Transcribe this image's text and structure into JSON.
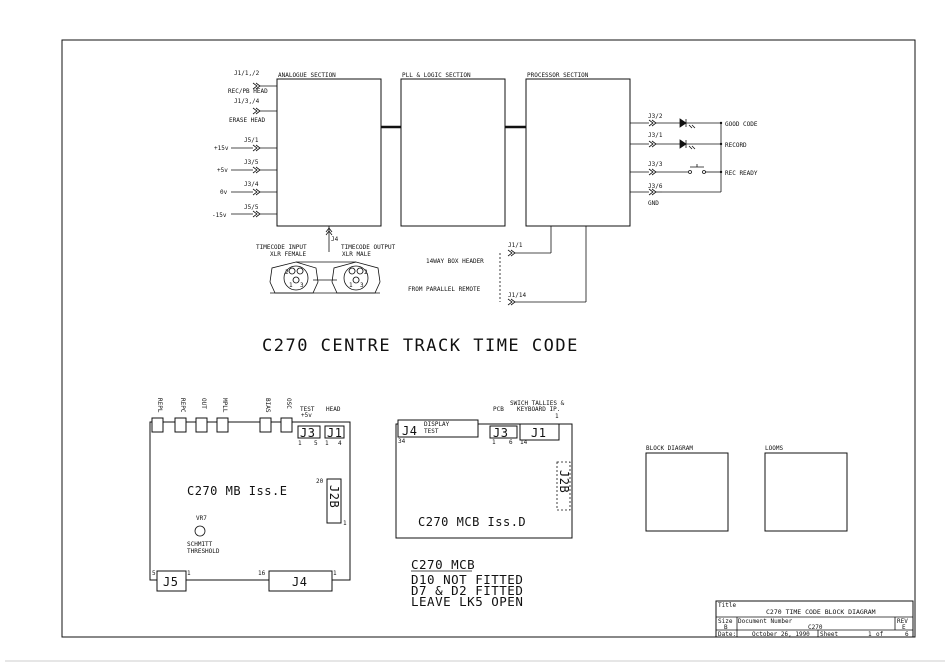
{
  "diagram": {
    "analogue_section": "ANALOGUE SECTION",
    "pll_section": "PLL & LOGIC SECTION",
    "processor_section": "PROCESSOR SECTION",
    "inputs": [
      {
        "ref": "J1/1,/2",
        "desc": "REC/PB HEAD"
      },
      {
        "ref": "J1/3,/4",
        "desc": "ERASE HEAD"
      },
      {
        "ref": "J5/1",
        "desc": "+15v"
      },
      {
        "ref": "J3/5",
        "desc": "+5v"
      },
      {
        "ref": "J3/4",
        "desc": "0v"
      },
      {
        "ref": "J5/5",
        "desc": "-15v"
      }
    ],
    "outputs": [
      {
        "ref": "J3/2",
        "desc": "GOOD CODE"
      },
      {
        "ref": "J3/1",
        "desc": "RECORD"
      },
      {
        "ref": "J3/3",
        "desc": "REC READY"
      },
      {
        "ref": "J3/6",
        "desc": "GND"
      }
    ],
    "j4_label": "J4",
    "tc_input_line1": "TIMECODE INPUT",
    "tc_input_line2": "XLR FEMALE",
    "tc_output_line1": "TIMECODE OUTPUT",
    "tc_output_line2": "XLR MALE",
    "xlr_pin_labels": [
      "1",
      "2",
      "3"
    ],
    "remote": {
      "j1_1": "J1/1",
      "j1_14": "J1/14",
      "line1": "14WAY BOX HEADER",
      "line2": "FROM PARALLEL REMOTE"
    }
  },
  "main_title": "C270 CENTRE TRACK TIME CODE",
  "mb_board": {
    "name": "C270 MB Iss.E",
    "conn_labels": [
      "REPL",
      "REPC",
      "OUT",
      "MPLL",
      "BIAS",
      "OSC"
    ],
    "test_label1": "TEST",
    "test_label2": "+5v",
    "head_label": "HEAD",
    "j3": "J3",
    "j1": "J1",
    "j3_pins": [
      "1",
      "5"
    ],
    "j1_pins": [
      "1",
      "4"
    ],
    "j2": "J2B",
    "j2_pins": [
      "20",
      "1"
    ],
    "vr7": "VR7",
    "schmitt1": "SCHMITT",
    "schmitt2": "THRESHOLD",
    "j5": "J5",
    "j5_pins": [
      "5",
      "1"
    ],
    "j4": "J4",
    "j4_pins": [
      "16",
      "1"
    ]
  },
  "mcb_board": {
    "name": "C270 MCB Iss.D",
    "j4": "J4",
    "display1": "DISPLAY",
    "display2": "TEST",
    "j3": "J3",
    "j1": "J1",
    "switch1": "SWICH TALLIES &",
    "switch2_a": "PCB",
    "switch2_b": "KEYBOARD IP.",
    "pins": [
      "34",
      "1",
      "6",
      "14",
      "1"
    ],
    "j2": "J2B"
  },
  "mcb_notes": {
    "title": "C270 MCB",
    "lines": [
      "D10 NOT FITTED",
      "D7 & D2 FITTED",
      "LEAVE LK5 OPEN"
    ]
  },
  "block_diagram_label": "BLOCK DIAGRAM",
  "looms_label": "LOOMS",
  "title_block": {
    "title_label": "Title",
    "title": "C270 TIME CODE BLOCK DIAGRAM",
    "size_label": "Size",
    "size": "B",
    "doc_label": "Document Number",
    "doc": "C270",
    "rev_label": "REV",
    "rev": "E",
    "date_label": "Date:",
    "date": "October 26, 1990",
    "sheet_label": "Sheet",
    "sheet_num": "1",
    "sheet_of": "of",
    "sheet_total": "6"
  }
}
